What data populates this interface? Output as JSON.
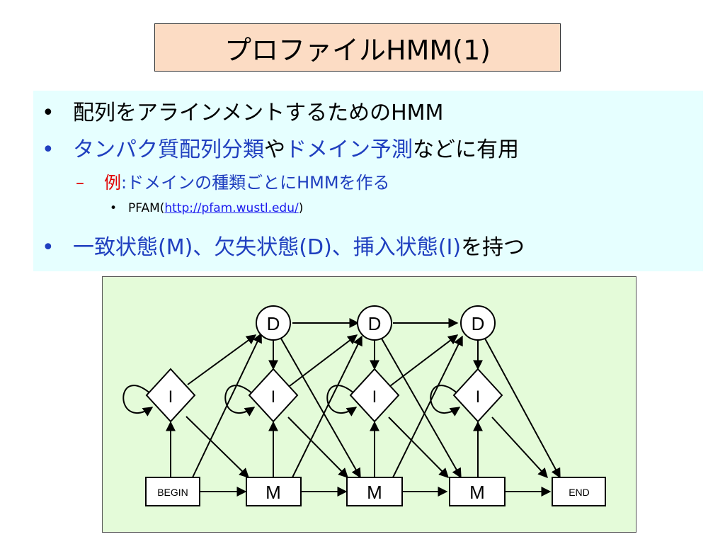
{
  "title": "プロファイルHMM(1)",
  "bullets": {
    "b1": {
      "marker": "•",
      "text": "配列をアラインメントするためのHMM"
    },
    "b2": {
      "marker": "•",
      "part1": "タンパク質配列分類",
      "part2": "や",
      "part3": "ドメイン予測",
      "part4": "などに有用"
    },
    "b2_1": {
      "marker": "–",
      "label": "例",
      "text": ":ドメインの種類ごとにHMMを作る"
    },
    "b2_1_1": {
      "marker": "•",
      "prefix": "PFAM(",
      "url": "http://pfam.wustl.edu/",
      "suffix": ")"
    },
    "b3": {
      "marker": "•",
      "text1": "一致状態(M)、欠失状態(D)、挿入状態(I)",
      "text2": "を持つ"
    }
  },
  "diagram": {
    "begin_label": "BEGIN",
    "end_label": "END",
    "match_label": "M",
    "delete_label": "D",
    "insert_label": "I"
  },
  "colors": {
    "title_bg": "#fcdcc4",
    "bullet_panel_bg": "#e6ffff",
    "diagram_bg": "#e4fbd9",
    "blue_text": "#1f3fbf",
    "red_text": "#e00000",
    "link": "#1a1aee"
  }
}
